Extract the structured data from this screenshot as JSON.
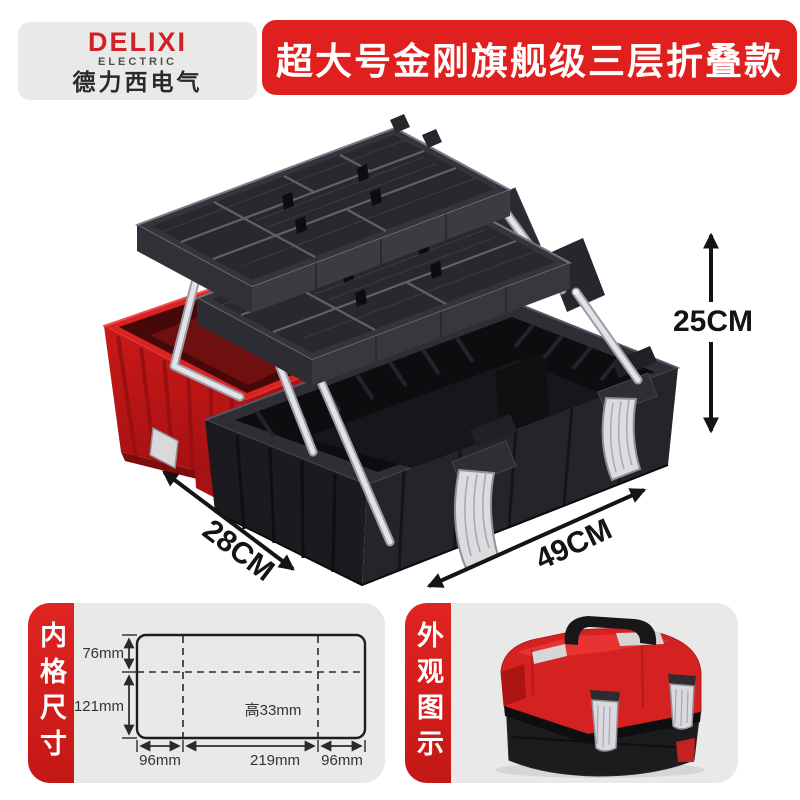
{
  "brand": {
    "name": "DELIXI",
    "subtitle": "ELECTRIC",
    "chinese": "德力西电气"
  },
  "banner": {
    "title": "超大号金刚旗舰级三层折叠款"
  },
  "product": {
    "height_label": "25CM",
    "depth_label": "28CM",
    "width_label": "49CM"
  },
  "inner_size_panel": {
    "tab_label": "内格尺寸",
    "diagram": {
      "top_row_height": "76mm",
      "bottom_row_height": "121mm",
      "center_height": "高33mm",
      "left_col_width": "96mm",
      "middle_col_width": "219mm",
      "right_col_width": "96mm"
    }
  },
  "appearance_panel": {
    "tab_label": "外观图示"
  },
  "colors": {
    "banner_red": "#e01f1f",
    "brand_red": "#cf2127",
    "tab_red": "#d71f1e",
    "panel_gray": "#e9e9e7",
    "box_black": "#1d1d20",
    "tray_red": "#d42121",
    "metal_silver": "#dcdcdf"
  }
}
